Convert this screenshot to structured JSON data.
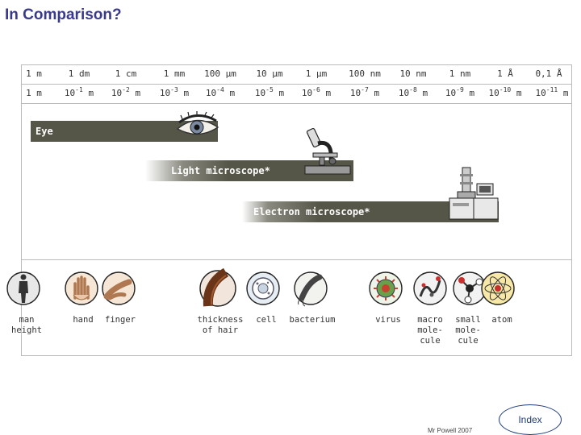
{
  "page": {
    "title": "In Comparison?"
  },
  "scale": {
    "units": [
      "1 m",
      "1 dm",
      "1 cm",
      "1 mm",
      "100 µm",
      "10 µm",
      "1 µm",
      "100 nm",
      "10 nm",
      "1 nm",
      "1 Å",
      "0,1 Å"
    ],
    "powers": [
      {
        "base": "1 m",
        "exp": "",
        "unit": ""
      },
      {
        "base": "10",
        "exp": "-1",
        "unit": " m"
      },
      {
        "base": "10",
        "exp": "-2",
        "unit": " m"
      },
      {
        "base": "10",
        "exp": "-3",
        "unit": " m"
      },
      {
        "base": "10",
        "exp": "-4",
        "unit": " m"
      },
      {
        "base": "10",
        "exp": "-5",
        "unit": " m"
      },
      {
        "base": "10",
        "exp": "-6",
        "unit": " m"
      },
      {
        "base": "10",
        "exp": "-7",
        "unit": " m"
      },
      {
        "base": "10",
        "exp": "-8",
        "unit": " m"
      },
      {
        "base": "10",
        "exp": "-9",
        "unit": " m"
      },
      {
        "base": "10",
        "exp": "-10",
        "unit": " m"
      },
      {
        "base": "10",
        "exp": "-11",
        "unit": " m"
      }
    ]
  },
  "ranges": {
    "eye": "Eye",
    "light": "Light microscope*",
    "electron": "Electron microscope*"
  },
  "objects": {
    "man": "man\nheight",
    "hand": "hand",
    "finger": "finger",
    "hair": "thickness\nof hair",
    "cell": "cell",
    "bacterium": "bacterium",
    "virus": "virus",
    "macro": "macro\nmole-\ncule",
    "small": "small\nmole-\ncule",
    "atom": "atom"
  },
  "footer": {
    "credit": "Mr Powell 2007",
    "index_label": "Index"
  },
  "colors": {
    "title": "#3a3a8c",
    "bar": "#555548",
    "index_border": "#1c3d7a"
  }
}
